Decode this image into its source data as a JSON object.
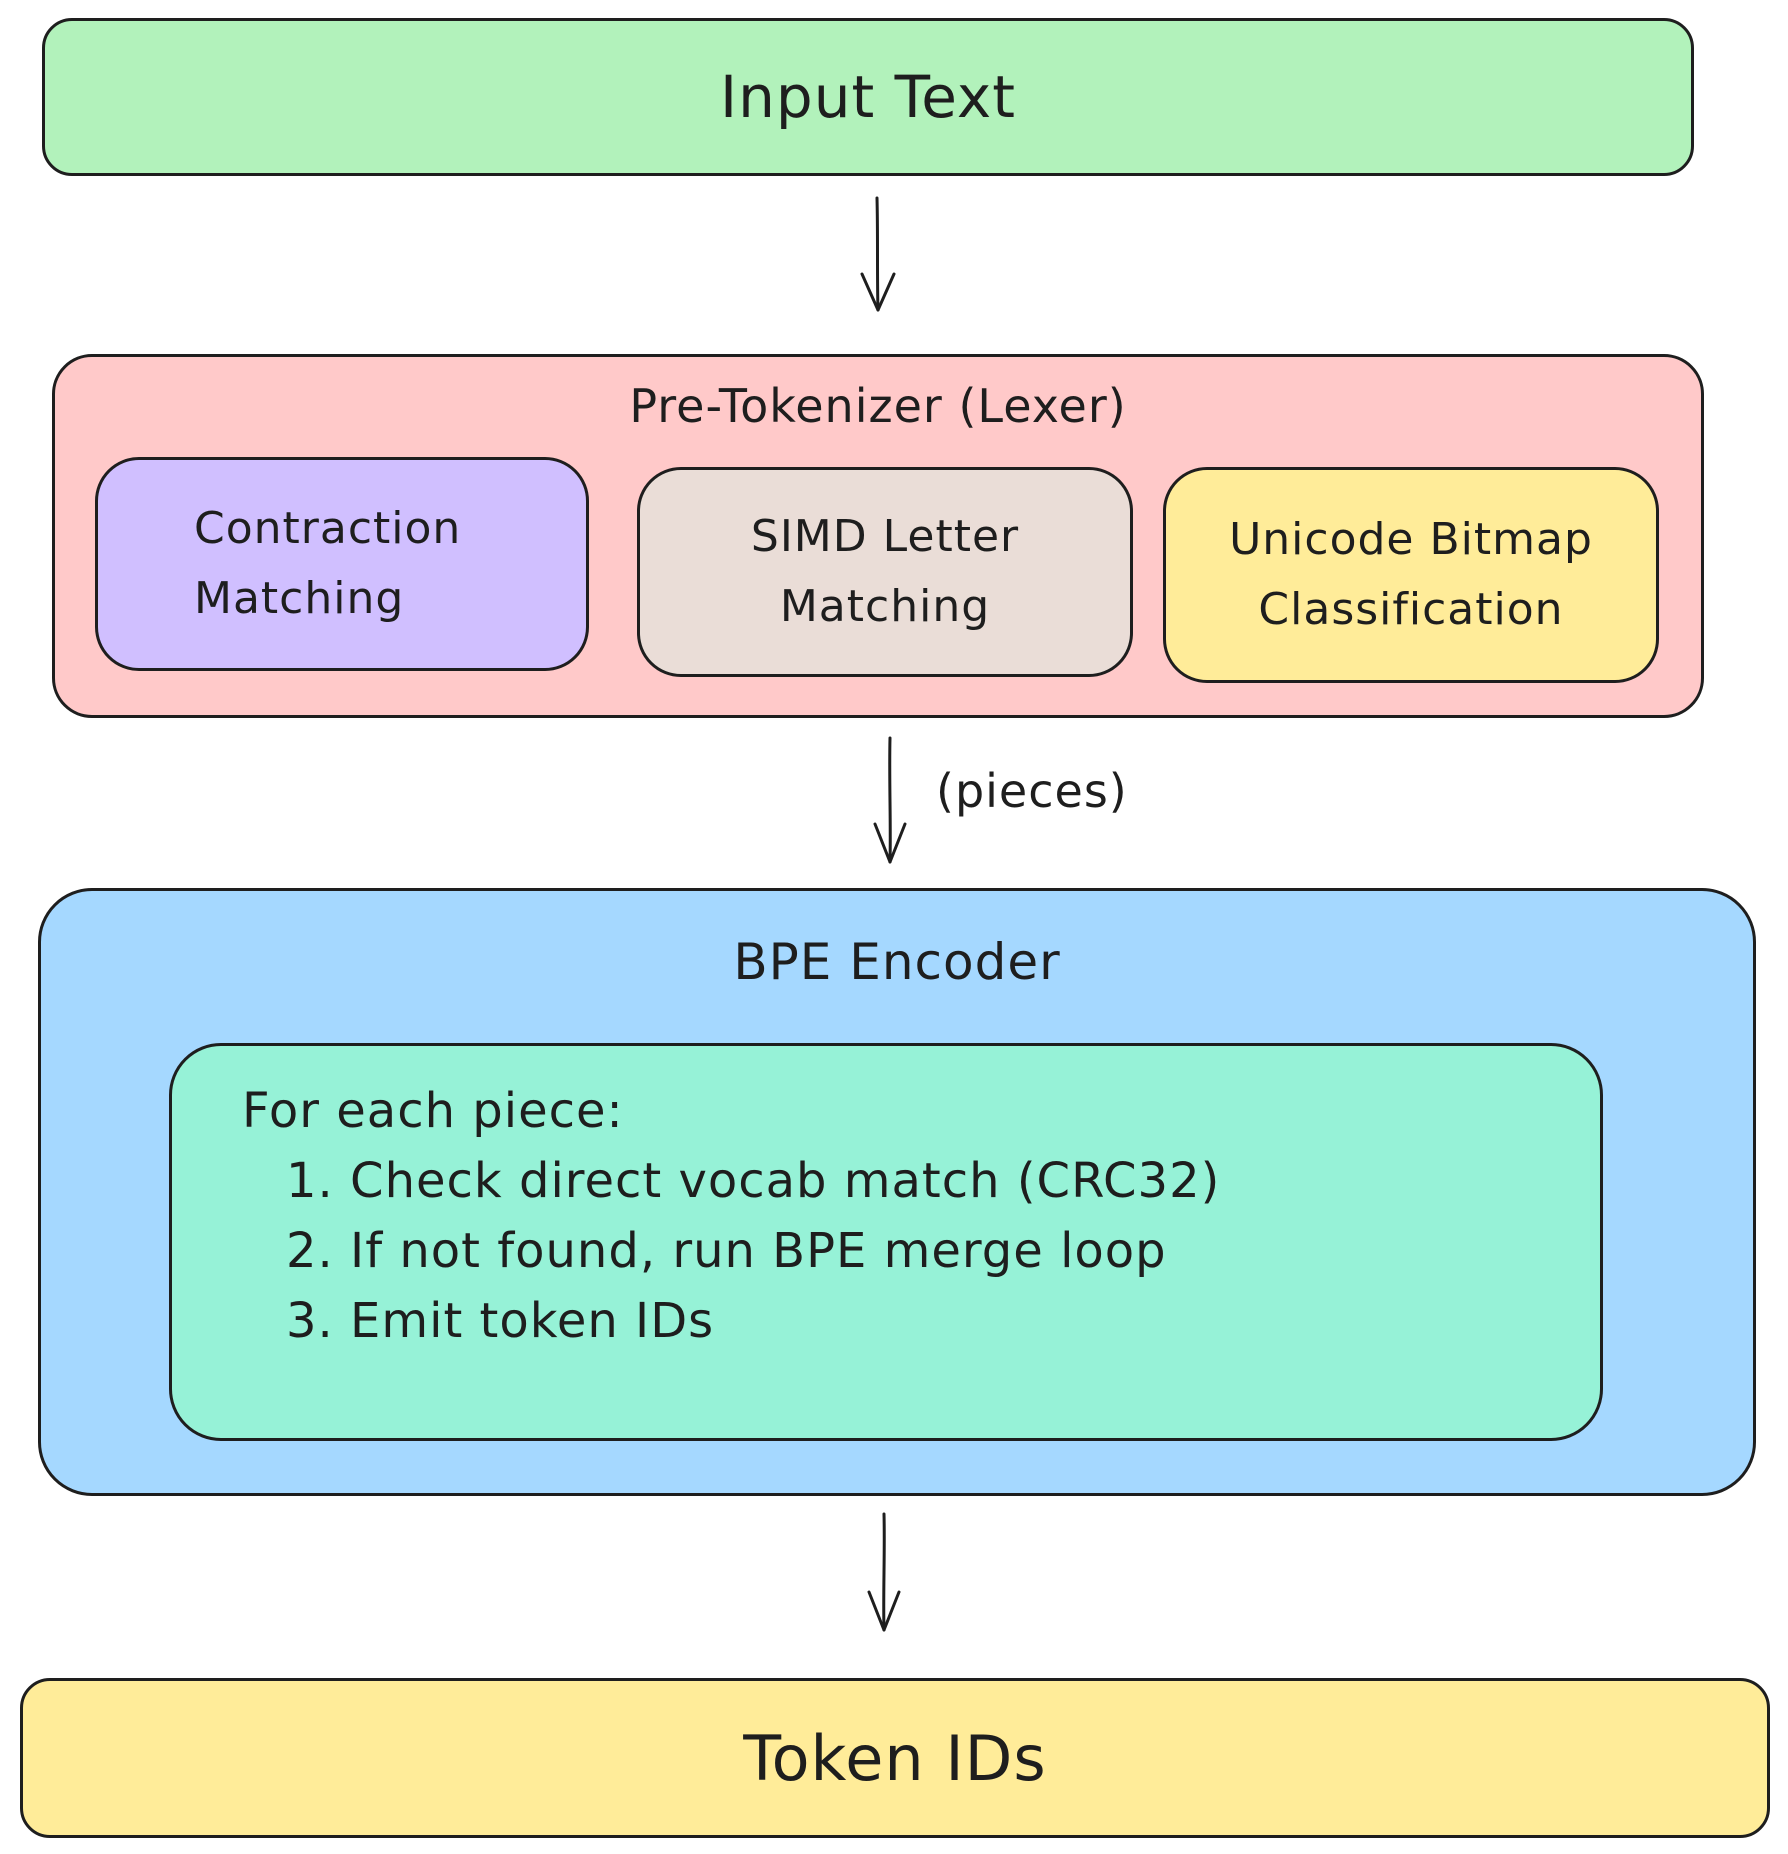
{
  "colors": {
    "input_fill": "#b2f2bb",
    "pretokenizer_fill": "#ffc9c9",
    "contraction_fill": "#d0bfff",
    "simd_fill": "#eaddd7",
    "unicode_fill": "#ffec99",
    "bpe_fill": "#a5d8ff",
    "algorithm_fill": "#96f2d7",
    "output_fill": "#ffec99",
    "stroke": "#1e1e1e"
  },
  "input": {
    "label": "Input Text"
  },
  "pretokenizer": {
    "title": "Pre-Tokenizer (Lexer)",
    "components": [
      {
        "line1": "Contraction",
        "line2": "Matching"
      },
      {
        "line1": "SIMD Letter",
        "line2": "Matching"
      },
      {
        "line1": "Unicode Bitmap",
        "line2": "Classification"
      }
    ]
  },
  "edges": {
    "pretokenizer_to_bpe_label": "(pieces)"
  },
  "bpe": {
    "title": "BPE Encoder",
    "algorithm": {
      "header": "For each piece:",
      "steps": [
        "1. Check direct vocab match (CRC32)",
        "2. If not found, run BPE merge loop",
        "3. Emit token IDs"
      ]
    }
  },
  "output": {
    "label": "Token IDs"
  }
}
